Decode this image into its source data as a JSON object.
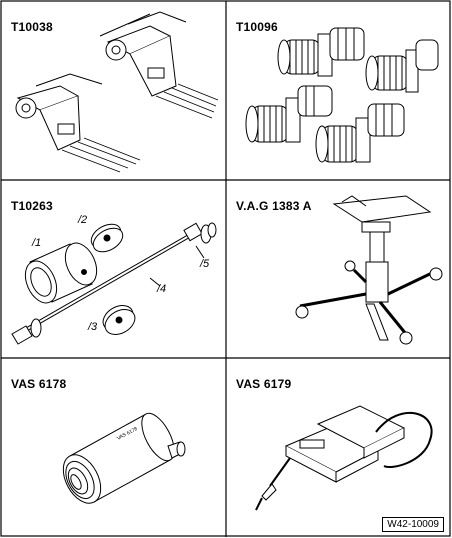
{
  "tools": [
    {
      "id": "T10038"
    },
    {
      "id": "T10096"
    },
    {
      "id": "T10263"
    },
    {
      "id": "V.A.G 1383 A"
    },
    {
      "id": "VAS 6178"
    },
    {
      "id": "VAS 6179"
    }
  ],
  "parts": [
    "/1",
    "/2",
    "/3",
    "/4",
    "/5"
  ],
  "reference": "W42-10009"
}
